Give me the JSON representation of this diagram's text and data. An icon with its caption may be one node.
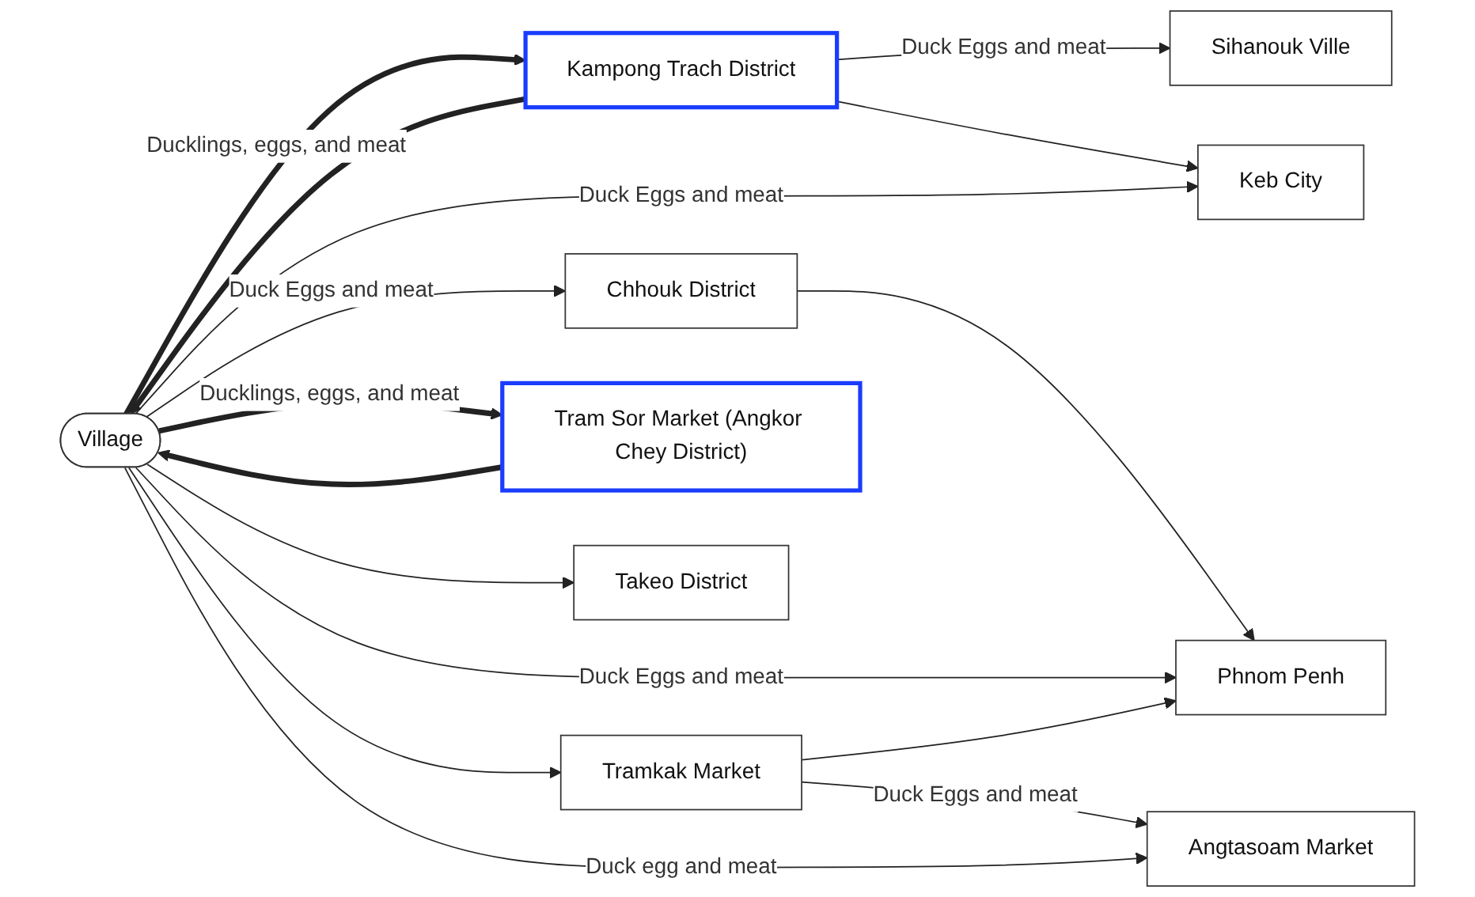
{
  "diagram": {
    "nodes": [
      {
        "text": [
          "Village"
        ]
      },
      {
        "text": [
          "Keb City"
        ]
      },
      {
        "text": [
          "Chhouk District"
        ]
      },
      {
        "text": [
          "Phnom Penh"
        ]
      },
      {
        "text": [
          "Sihanouk Ville"
        ]
      },
      {
        "text": [
          "Tramkak Market"
        ]
      },
      {
        "text": [
          "Angtasoam Market"
        ]
      },
      {
        "text": [
          "Kampong Trach District"
        ]
      },
      {
        "text": [
          "Tram Sor Market (Angkor Chey District)"
        ]
      },
      {
        "text": [
          "Takeo District"
        ]
      }
    ],
    "edges": [
      {
        "from": 7,
        "to": 0,
        "arrow": "to",
        "style": "thick"
      },
      {
        "from": 0,
        "to": 7,
        "arrow": "to",
        "style": "thick",
        "label": "Ducklings, eggs, and meat"
      },
      {
        "from": 8,
        "to": 0,
        "arrow": "to",
        "style": "thick"
      },
      {
        "from": 0,
        "to": 8,
        "arrow": "to",
        "style": "thick",
        "label": "Ducklings, eggs, and meat"
      },
      {
        "from": 7,
        "to": 4,
        "arrow": "to",
        "label": "Duck Eggs and meat"
      },
      {
        "from": 7,
        "to": 1,
        "arrow": "to"
      },
      {
        "from": 0,
        "to": 1,
        "arrow": "to",
        "label": "Duck Eggs and meat"
      },
      {
        "from": 0,
        "to": 2,
        "arrow": "to",
        "label": "Duck Eggs and meat"
      },
      {
        "from": 2,
        "to": 3,
        "arrow": "to"
      },
      {
        "from": 0,
        "to": 3,
        "arrow": "to",
        "label": "Duck Eggs and meat"
      },
      {
        "from": 0,
        "to": 5,
        "arrow": "to"
      },
      {
        "from": 5,
        "to": 3,
        "arrow": "to"
      },
      {
        "from": 5,
        "to": 6,
        "arrow": "to",
        "label": "Duck Eggs and meat"
      },
      {
        "from": 0,
        "to": 6,
        "arrow": "to",
        "label": "Duck egg and meat"
      },
      {
        "from": 0,
        "to": 9,
        "arrow": "to"
      }
    ]
  }
}
